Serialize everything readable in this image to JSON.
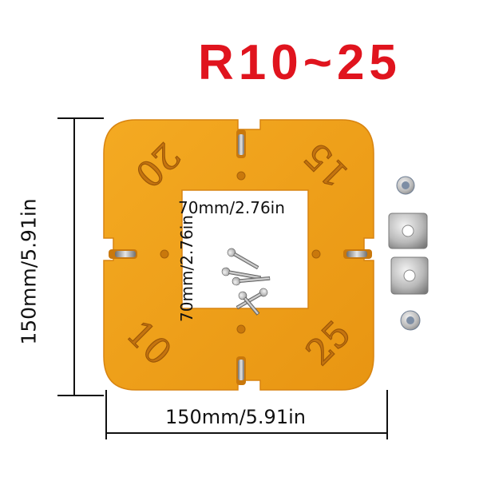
{
  "headline": "R10~25",
  "dimensions": {
    "outer_height": "150mm/5.91in",
    "outer_width": "150mm/5.91in",
    "inner_width": "70mm/2.76in",
    "inner_height": "70mm/2.76in"
  },
  "corner_labels": {
    "top_left": "20",
    "top_right": "15",
    "bottom_left": "10",
    "bottom_right": "25"
  },
  "colors": {
    "plate": "#f0a21c",
    "plate_edge": "#d88410",
    "engraving": "#b8650a",
    "title": "#e0141e"
  },
  "accessories": [
    "screws",
    "square-washers",
    "small-screws"
  ]
}
